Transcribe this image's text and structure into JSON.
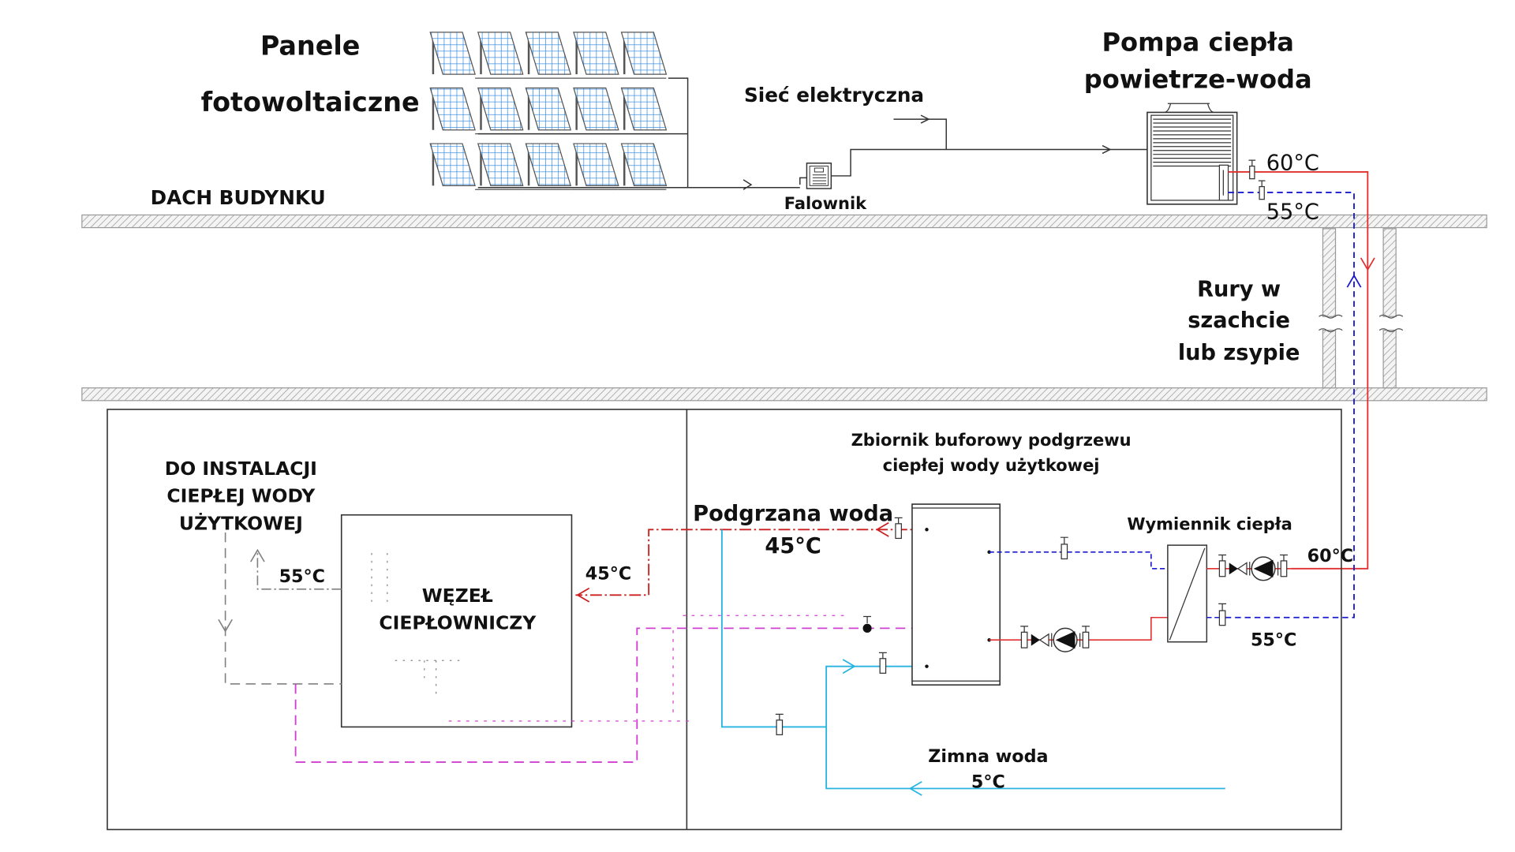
{
  "labels": {
    "pv_title_line1": "Panele",
    "pv_title_line2": "fotowoltaiczne",
    "roof": "DACH BUDYNKU",
    "grid": "Sieć elektryczna",
    "inverter": "Falownik",
    "heat_pump_line1": "Pompa ciepła",
    "heat_pump_line2": "powietrze-woda",
    "hp_supply_temp": "60°C",
    "hp_return_temp": "55°C",
    "shaft_line1": "Rury w",
    "shaft_line2": "szachcie",
    "shaft_line3": "lub zsypie",
    "dhw_line1": "DO INSTALACJI",
    "dhw_line2": "CIEPŁEJ WODY",
    "dhw_line3": "UŻYTKOWEJ",
    "dhw_temp": "55°C",
    "substation_line1": "WĘZEŁ",
    "substation_line2": "CIEPŁOWNICZY",
    "substation_in_temp": "45°C",
    "heated_water": "Podgrzana woda",
    "heated_water_temp": "45°C",
    "buffer_line1": "Zbiornik buforowy podgrzewu",
    "buffer_line2": "ciepłej wody użytkowej",
    "exchanger": "Wymiennik ciepła",
    "exchanger_supply_temp": "60°C",
    "exchanger_return_temp": "55°C",
    "cold_water": "Zimna woda",
    "cold_water_temp": "5°C"
  },
  "pv_array": {
    "rows": 3,
    "columns": 5
  },
  "colors": {
    "supply_hot": "#e03030",
    "return_blue": "#1a1ad0",
    "cold_water": "#27b4e0",
    "circulation": "#d040d0",
    "dhw_grey": "#808080",
    "heated_dash": "#cc2020",
    "panel_blue": "#3a8fe0",
    "hatch": "#9a9a9a"
  }
}
